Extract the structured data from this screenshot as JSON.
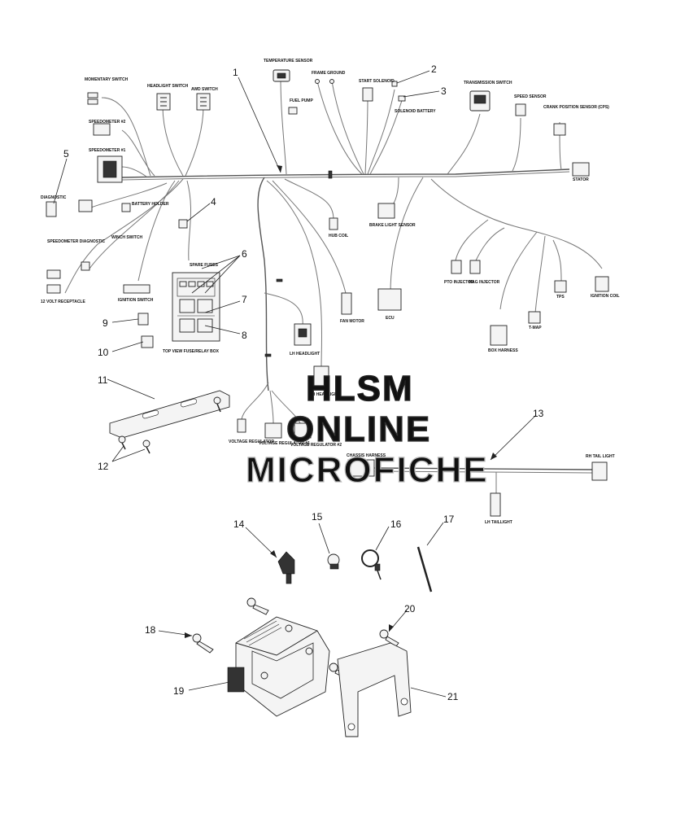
{
  "labels": {
    "momentary_switch": "MOMENTARY SWITCH",
    "headlight_switch": "HEADLIGHT SWITCH",
    "awd_switch": "AWD SWITCH",
    "temperature_sensor": "TEMPERATURE SENSOR",
    "fuel_pump": "FUEL PUMP",
    "frame_ground": "FRAME GROUND",
    "start_solenoid": "START SOLENOID",
    "solenoid_battery": "SOLENOID BATTERY",
    "transmission_switch": "TRANSMISSION SWITCH",
    "speed_sensor": "SPEED SENSOR",
    "crank_position_sensor": "CRANK POSITION SENSOR (CPS)",
    "speedometer_2": "SPEEDOMETER #2",
    "speedometer_1": "SPEEDOMETER #1",
    "diagnostic": "DIAGNOSTIC",
    "battery_holder": "BATTERY HOLDER",
    "stator": "STATOR",
    "hub_coil": "HUB COIL",
    "brake_light_sensor": "BRAKE LIGHT SENSOR",
    "speedometer_diagnostic": "SPEEDOMETER DIAGNOSTIC",
    "winch_switch": "WINCH SWITCH",
    "spare_fuses": "SPARE FUSES",
    "pto_injector": "PTO INJECTOR",
    "mag_injector": "MAG INJECTOR",
    "ignition_switch": "IGNITION SWITCH",
    "twelve_volt": "12 VOLT RECEPTACLE",
    "tps": "TPS",
    "ignition_coil": "IGNITION COIL",
    "fan_motor": "FAN MOTOR",
    "ecu": "ECU",
    "tmap": "T-MAP",
    "box_harness": "BOX HARNESS",
    "fuse_box": "TOP VIEW FUSE/RELAY BOX",
    "lh_headlight": "LH HEADLIGHT",
    "rh_headlight": "RH HEADLIGHT",
    "voltage_regulator": "VOLTAGE REGULATOR",
    "voltage_regulator_1": "VOLTAGE REGULATOR #1",
    "voltage_regulator_2": "VOLTAGE REGULATOR #2",
    "chassis_harness": "CHASSIS HARNESS",
    "rh_tail_light": "RH TAIL LIGHT",
    "lh_taillight": "LH TAILLIGHT"
  },
  "callouts": [
    "1",
    "2",
    "3",
    "4",
    "5",
    "6",
    "7",
    "8",
    "9",
    "10",
    "11",
    "12",
    "13",
    "14",
    "15",
    "16",
    "17",
    "18",
    "19",
    "20",
    "21"
  ],
  "watermark": {
    "line1": "HLSM",
    "line2": "ONLINE",
    "line3": "MICROFICHE"
  }
}
